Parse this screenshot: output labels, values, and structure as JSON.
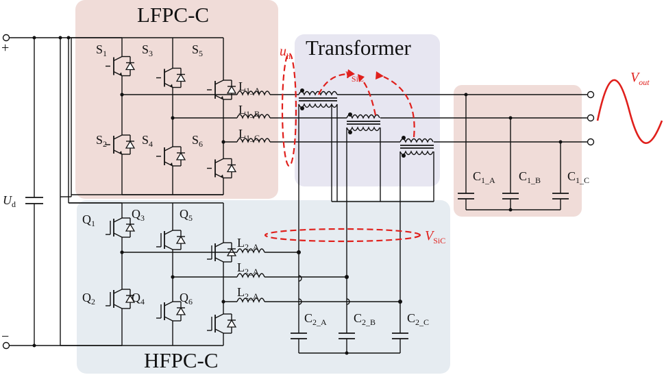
{
  "diagram": {
    "regions": {
      "lfpc": "LFPC-C",
      "hfpc": "HFPC-C",
      "transformer": "Transformer"
    },
    "terminals": {
      "plus": "+",
      "minus": "−"
    },
    "dc_link": {
      "main": "U",
      "sub": "d"
    },
    "switches_lfpc": [
      {
        "main": "S",
        "sub": "1"
      },
      {
        "main": "S",
        "sub": "3"
      },
      {
        "main": "S",
        "sub": "5"
      },
      {
        "main": "S",
        "sub": "2"
      },
      {
        "main": "S",
        "sub": "4"
      },
      {
        "main": "S",
        "sub": "6"
      }
    ],
    "switches_hfpc": [
      {
        "main": "Q",
        "sub": "1"
      },
      {
        "main": "Q",
        "sub": "3"
      },
      {
        "main": "Q",
        "sub": "5"
      },
      {
        "main": "Q",
        "sub": "2"
      },
      {
        "main": "Q",
        "sub": "4"
      },
      {
        "main": "Q",
        "sub": "6"
      }
    ],
    "inductors_lfpc": [
      {
        "main": "L",
        "sub": "1_A"
      },
      {
        "main": "L",
        "sub": "1_B"
      },
      {
        "main": "L",
        "sub": "1_C"
      }
    ],
    "inductors_hfpc": [
      {
        "main": "L",
        "sub": "2_A"
      },
      {
        "main": "L",
        "sub": "2_A"
      },
      {
        "main": "L",
        "sub": "2_A"
      }
    ],
    "caps_out": [
      {
        "main": "C",
        "sub": "1_A"
      },
      {
        "main": "C",
        "sub": "1_B"
      },
      {
        "main": "C",
        "sub": "1_C"
      }
    ],
    "caps_hf": [
      {
        "main": "C",
        "sub": "2_A"
      },
      {
        "main": "C",
        "sub": "2_B"
      },
      {
        "main": "C",
        "sub": "2_C"
      }
    ],
    "annotations": {
      "uh": {
        "main": "u",
        "sub": "h"
      },
      "vsic_small": {
        "main": "v",
        "sub": "SiC"
      },
      "vsic_big": {
        "main": "V",
        "sub": "SiC"
      },
      "vout": {
        "main": "V",
        "sub": "out"
      }
    },
    "colors": {
      "lfpc_bg": "#f0dcd8",
      "transformer_bg": "#e7e6f1",
      "hfpc_bg": "#e6ecf1",
      "filter_bg": "#f0dcd8",
      "annotation": "#e0201c"
    }
  }
}
